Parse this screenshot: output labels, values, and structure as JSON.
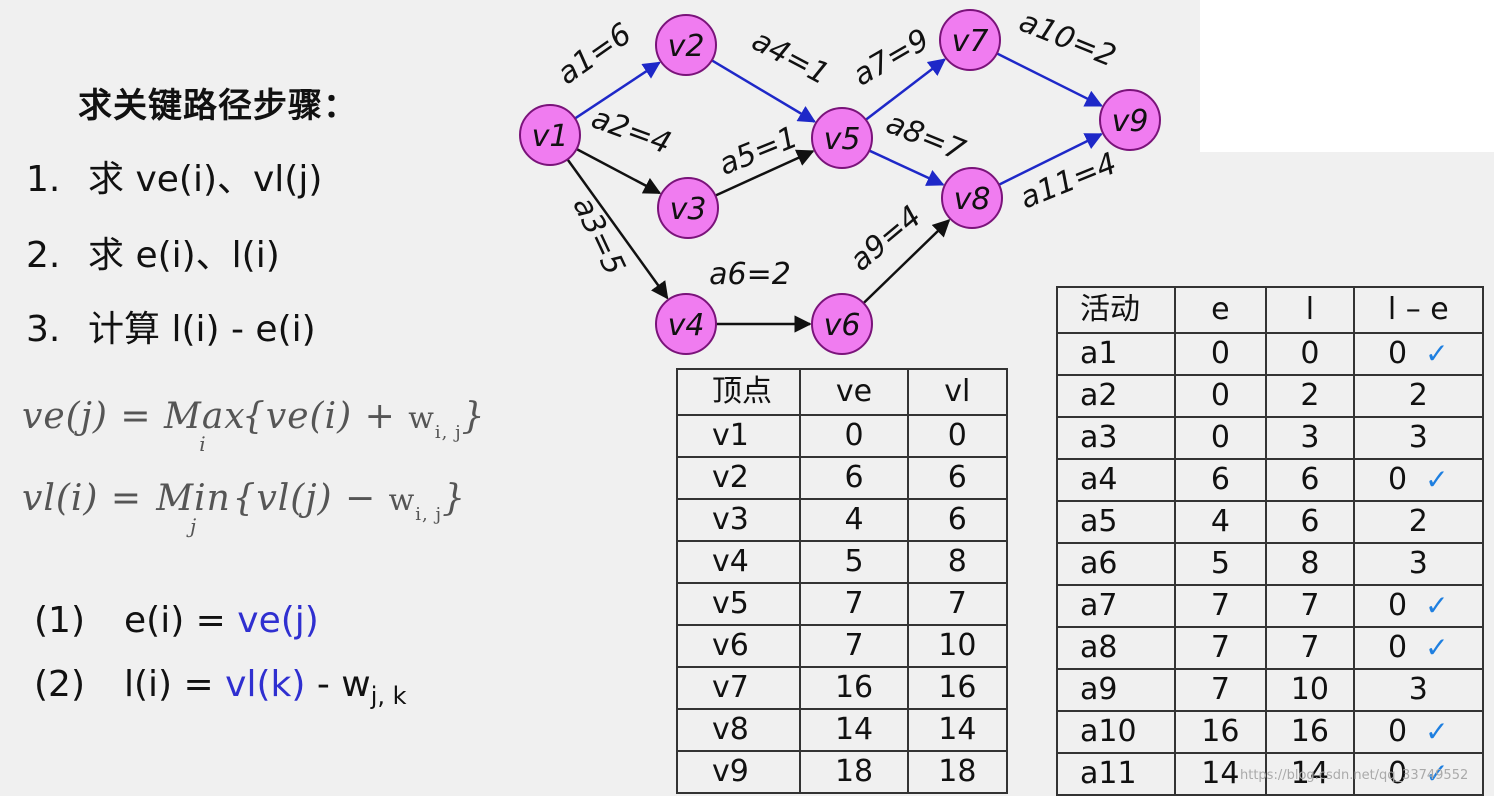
{
  "title": "求关键路径步骤：",
  "steps": [
    {
      "num": "1.",
      "text": "求 ve(i)、vl(j)"
    },
    {
      "num": "2.",
      "text": "求 e(i)、l(i)"
    },
    {
      "num": "3.",
      "text": "计算 l(i) - e(i)"
    }
  ],
  "formulas": {
    "ve": {
      "lhs": "ve(j)",
      "eq": "=",
      "op": "Max",
      "sub": "i",
      "body": "{ve(i) + ",
      "w": "w",
      "ws": "i, j",
      "close": "}"
    },
    "vl": {
      "lhs": "vl(i)",
      "eq": "=",
      "op": "Min",
      "sub": "j",
      "body": "{vl(j) − ",
      "w": "w",
      "ws": "i, j",
      "close": "}"
    }
  },
  "rules": [
    {
      "label": "(1)",
      "pre": "e(i) = ",
      "hl": "ve(j)",
      "post": "",
      "sub": ""
    },
    {
      "label": "(2)",
      "pre": "l(i) = ",
      "hl": "vl(k)",
      "post": " - w",
      "sub": "j, k"
    }
  ],
  "graph": {
    "nodes": [
      {
        "id": "v1",
        "label": "v1"
      },
      {
        "id": "v2",
        "label": "v2"
      },
      {
        "id": "v3",
        "label": "v3"
      },
      {
        "id": "v4",
        "label": "v4"
      },
      {
        "id": "v5",
        "label": "v5"
      },
      {
        "id": "v6",
        "label": "v6"
      },
      {
        "id": "v7",
        "label": "v7"
      },
      {
        "id": "v8",
        "label": "v8"
      },
      {
        "id": "v9",
        "label": "v9"
      }
    ],
    "edges": [
      {
        "from": "v1",
        "to": "v2",
        "label": "a1=6",
        "critical": true
      },
      {
        "from": "v1",
        "to": "v3",
        "label": "a2=4",
        "critical": false
      },
      {
        "from": "v1",
        "to": "v4",
        "label": "a3=5",
        "critical": false
      },
      {
        "from": "v2",
        "to": "v5",
        "label": "a4=1",
        "critical": true
      },
      {
        "from": "v3",
        "to": "v5",
        "label": "a5=1",
        "critical": false
      },
      {
        "from": "v4",
        "to": "v6",
        "label": "a6=2",
        "critical": false
      },
      {
        "from": "v5",
        "to": "v7",
        "label": "a7=9",
        "critical": true
      },
      {
        "from": "v5",
        "to": "v8",
        "label": "a8=7",
        "critical": true
      },
      {
        "from": "v6",
        "to": "v8",
        "label": "a9=4",
        "critical": false
      },
      {
        "from": "v7",
        "to": "v9",
        "label": "a10=2",
        "critical": true
      },
      {
        "from": "v8",
        "to": "v9",
        "label": "a11=4",
        "critical": true
      }
    ],
    "colors": {
      "node_fill": "#f07cf0",
      "node_stroke": "#7a137a",
      "critical_edge": "#1e28c8",
      "edge": "#111111"
    }
  },
  "vertex_table": {
    "headers": [
      "顶点",
      "ve",
      "vl"
    ],
    "rows": [
      [
        "v1",
        "0",
        "0"
      ],
      [
        "v2",
        "6",
        "6"
      ],
      [
        "v3",
        "4",
        "6"
      ],
      [
        "v4",
        "5",
        "8"
      ],
      [
        "v5",
        "7",
        "7"
      ],
      [
        "v6",
        "7",
        "10"
      ],
      [
        "v7",
        "16",
        "16"
      ],
      [
        "v8",
        "14",
        "14"
      ],
      [
        "v9",
        "18",
        "18"
      ]
    ],
    "arrow_colors": {
      "ve": "#1e88e5",
      "vl": "#e8501f"
    }
  },
  "activity_table": {
    "headers": [
      "活动",
      "e",
      "l",
      "l – e"
    ],
    "rows": [
      {
        "cells": [
          "a1",
          "0",
          "0",
          "0"
        ],
        "check": "✓"
      },
      {
        "cells": [
          "a2",
          "0",
          "2",
          "2"
        ],
        "check": ""
      },
      {
        "cells": [
          "a3",
          "0",
          "3",
          "3"
        ],
        "check": ""
      },
      {
        "cells": [
          "a4",
          "6",
          "6",
          "0"
        ],
        "check": "✓"
      },
      {
        "cells": [
          "a5",
          "4",
          "6",
          "2"
        ],
        "check": ""
      },
      {
        "cells": [
          "a6",
          "5",
          "8",
          "3"
        ],
        "check": ""
      },
      {
        "cells": [
          "a7",
          "7",
          "7",
          "0"
        ],
        "check": "✓"
      },
      {
        "cells": [
          "a8",
          "7",
          "7",
          "0"
        ],
        "check": "✓"
      },
      {
        "cells": [
          "a9",
          "7",
          "10",
          "3"
        ],
        "check": ""
      },
      {
        "cells": [
          "a10",
          "16",
          "16",
          "0"
        ],
        "check": "✓"
      },
      {
        "cells": [
          "a11",
          "14",
          "14",
          "0"
        ],
        "check": "✓"
      }
    ]
  },
  "watermark": "https://blog.csdn.net/qq_33749552"
}
